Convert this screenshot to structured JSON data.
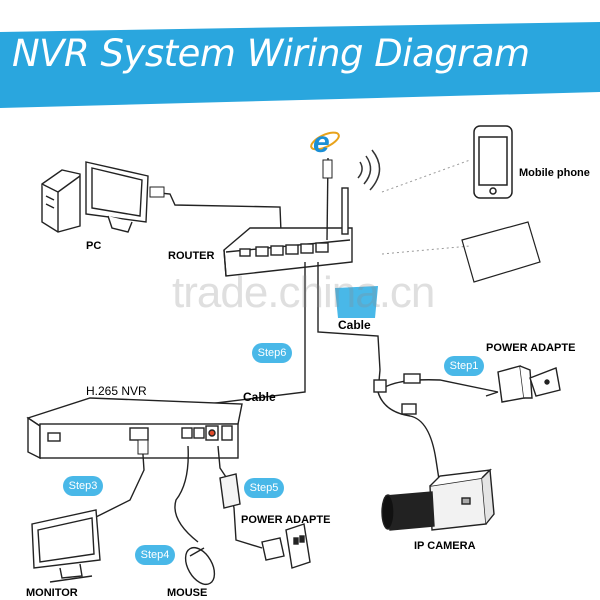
{
  "title": "NVR System Wiring Diagram",
  "labels": {
    "pc": "PC",
    "router": "ROUTER",
    "mobile_phone": "Mobile phone",
    "cable_top": "Cable",
    "power_adapter_top": "POWER ADAPTE",
    "nvr": "H.265 NVR",
    "cable_mid": "Cable",
    "power_adapter_bottom": "POWER ADAPTE",
    "ip_camera": "IP  CAMERA",
    "monitor": "MONITOR",
    "mouse": "MOUSE"
  },
  "steps": {
    "step1": "Step1",
    "step3": "Step3",
    "step4": "Step4",
    "step5": "Step5",
    "step6": "Step6"
  },
  "watermark": "trade.china.cn",
  "colors": {
    "title_banner": "#2aa6de",
    "step_badge": "#49b8e8",
    "ie_logo": "#1b8fd6",
    "line": "#222222"
  }
}
